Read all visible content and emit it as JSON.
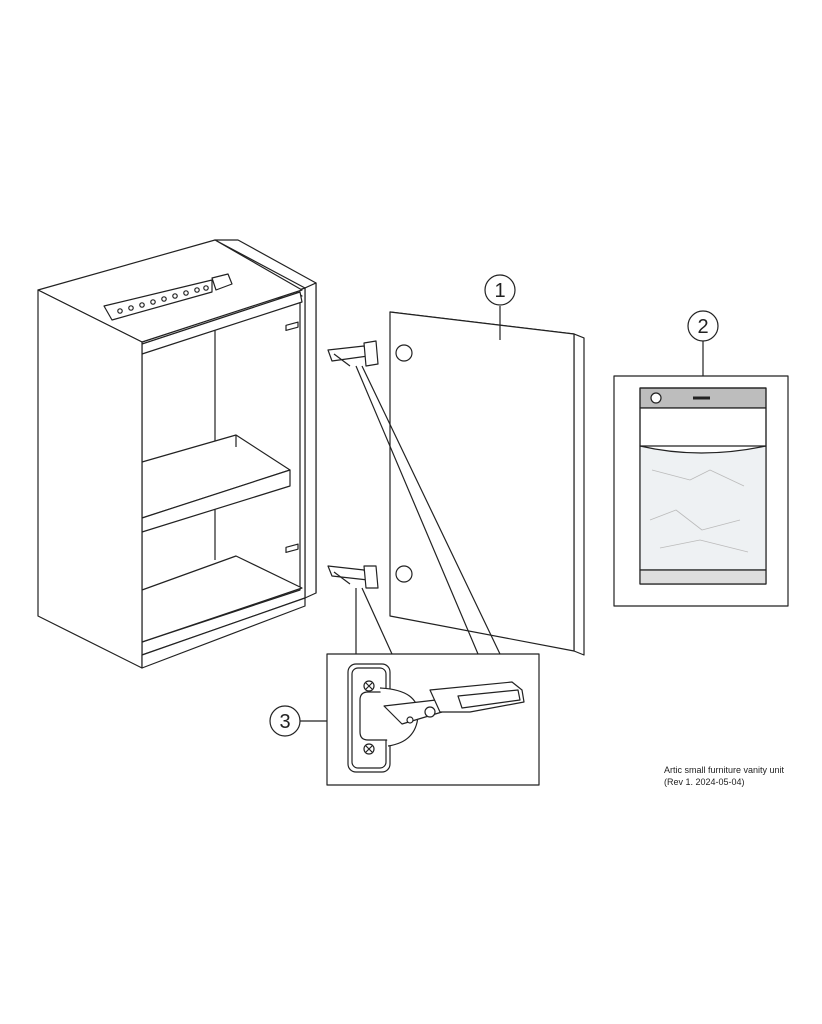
{
  "callouts": [
    {
      "number": "1",
      "part": "door"
    },
    {
      "number": "2",
      "part": "hardware bag"
    },
    {
      "number": "3",
      "part": "hinge"
    }
  ],
  "caption": {
    "line1": "Artic small furniture vanity unit",
    "line2": "(Rev 1.  2024-05-04)"
  },
  "colors": {
    "line": "#222222",
    "panel": "#ffffff",
    "bag_header": "#bdbdbd",
    "bag_body": "#eef1f3",
    "bag_strip": "#dedede"
  }
}
